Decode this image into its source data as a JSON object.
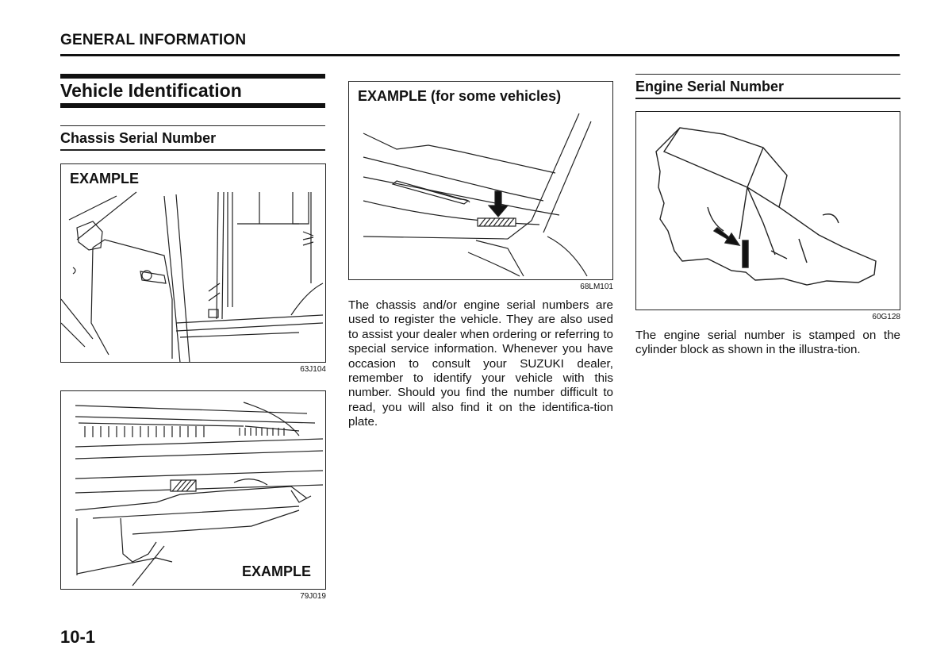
{
  "header": {
    "title": "GENERAL INFORMATION"
  },
  "left": {
    "section_title": "Vehicle Identification",
    "subsection_title": "Chassis Serial Number",
    "figure1": {
      "label": "EXAMPLE",
      "code": "63J104"
    },
    "figure2": {
      "label": "EXAMPLE",
      "code": "79J019"
    }
  },
  "middle": {
    "figure": {
      "label": "EXAMPLE (for some vehicles)",
      "code": "68LM101"
    },
    "paragraph": "The chassis and/or engine serial numbers are used to register the vehicle. They are also used to assist your dealer when ordering or referring to special service information. Whenever you have occasion to consult your SUZUKI dealer, remember to identify your vehicle with this number. Should you find the number difficult to read, you will also find it on the identifica-tion plate."
  },
  "right": {
    "subsection_title": "Engine Serial Number",
    "figure": {
      "code": "60G128"
    },
    "paragraph": "The engine serial number is stamped on the cylinder block as shown in the illustra-tion."
  },
  "footer": {
    "page_number": "10-1"
  }
}
